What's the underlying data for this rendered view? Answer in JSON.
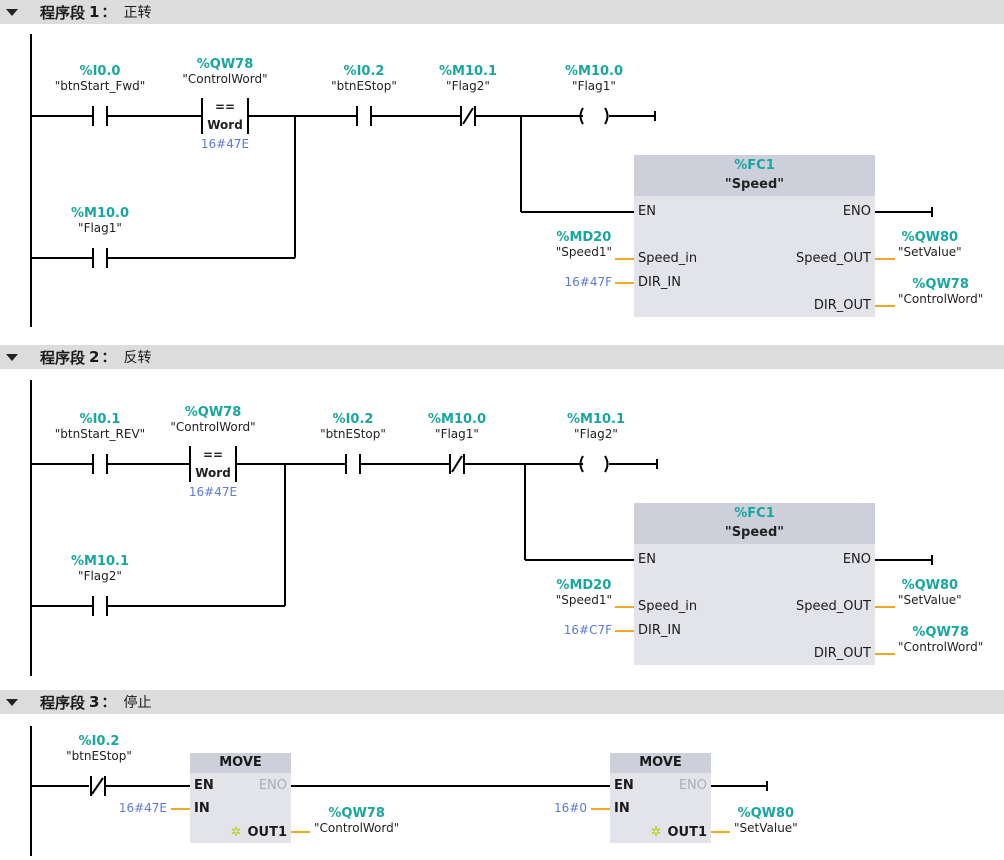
{
  "networks": [
    {
      "title": "程序段",
      "number": "1",
      "colon": "：",
      "comment": "正转",
      "contacts": [
        {
          "type": "NO",
          "address": "%I0.0",
          "symbol": "\"btnStart_Fwd\""
        },
        {
          "type": "CMP",
          "address": "%QW78",
          "symbol": "\"ControlWord\"",
          "op": "==",
          "dtype": "Word",
          "operand2": "16#47E"
        },
        {
          "type": "NO",
          "address": "%I0.2",
          "symbol": "\"btnEStop\""
        },
        {
          "type": "NC",
          "address": "%M10.1",
          "symbol": "\"Flag2\""
        }
      ],
      "parallel_contact": {
        "type": "NO",
        "address": "%M10.0",
        "symbol": "\"Flag1\""
      },
      "coil": {
        "address": "%M10.0",
        "symbol": "\"Flag1\""
      },
      "fc": {
        "address": "%FC1",
        "name": "\"Speed\"",
        "en": "EN",
        "eno": "ENO",
        "inputs": [
          {
            "pin": "Speed_in",
            "address": "%MD20",
            "symbol": "\"Speed1\""
          },
          {
            "pin": "DIR_IN",
            "constant": "16#47F"
          }
        ],
        "outputs": [
          {
            "pin": "Speed_OUT",
            "address": "%QW80",
            "symbol": "\"SetValue\""
          },
          {
            "pin": "DIR_OUT",
            "address": "%QW78",
            "symbol": "\"ControlWord\""
          }
        ]
      }
    },
    {
      "title": "程序段",
      "number": "2",
      "colon": "：",
      "comment": "反转",
      "contacts": [
        {
          "type": "NO",
          "address": "%I0.1",
          "symbol": "\"btnStart_REV\""
        },
        {
          "type": "CMP",
          "address": "%QW78",
          "symbol": "\"ControlWord\"",
          "op": "==",
          "dtype": "Word",
          "operand2": "16#47E"
        },
        {
          "type": "NO",
          "address": "%I0.2",
          "symbol": "\"btnEStop\""
        },
        {
          "type": "NC",
          "address": "%M10.0",
          "symbol": "\"Flag1\""
        }
      ],
      "parallel_contact": {
        "type": "NO",
        "address": "%M10.1",
        "symbol": "\"Flag2\""
      },
      "coil": {
        "address": "%M10.1",
        "symbol": "\"Flag2\""
      },
      "fc": {
        "address": "%FC1",
        "name": "\"Speed\"",
        "en": "EN",
        "eno": "ENO",
        "inputs": [
          {
            "pin": "Speed_in",
            "address": "%MD20",
            "symbol": "\"Speed1\""
          },
          {
            "pin": "DIR_IN",
            "constant": "16#C7F"
          }
        ],
        "outputs": [
          {
            "pin": "Speed_OUT",
            "address": "%QW80",
            "symbol": "\"SetValue\""
          },
          {
            "pin": "DIR_OUT",
            "address": "%QW78",
            "symbol": "\"ControlWord\""
          }
        ]
      }
    },
    {
      "title": "程序段",
      "number": "3",
      "colon": "：",
      "comment": "停止",
      "contact": {
        "type": "NC",
        "address": "%I0.2",
        "symbol": "\"btnEStop\""
      },
      "moves": [
        {
          "name": "MOVE",
          "en": "EN",
          "eno": "ENO",
          "in_pin": "IN",
          "in_value": "16#47E",
          "out_pin": "OUT1",
          "out_address": "%QW78",
          "out_symbol": "\"ControlWord\""
        },
        {
          "name": "MOVE",
          "en": "EN",
          "eno": "ENO",
          "in_pin": "IN",
          "in_value": "16#0",
          "out_pin": "OUT1",
          "out_address": "%QW80",
          "out_symbol": "\"SetValue\""
        }
      ]
    }
  ],
  "colors": {
    "header_bg": "#dcdcdc",
    "address": "#19a6a0",
    "constant": "#5a7ad8",
    "block_body": "#e3e4ea",
    "block_header": "#cdd0da",
    "wire": "#000000",
    "param_wire": "#f5a623",
    "new_pin_star": "#b7cf10"
  }
}
